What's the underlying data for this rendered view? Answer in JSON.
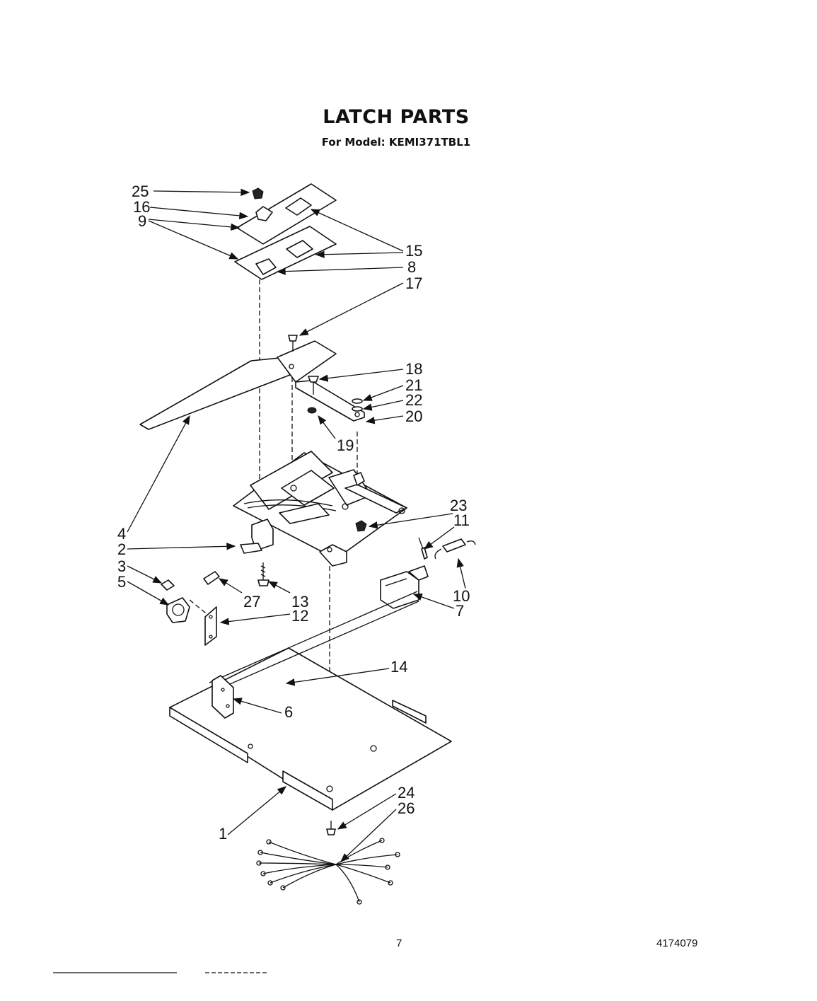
{
  "header": {
    "title": "LATCH PARTS",
    "subtitle": "For Model: KEMI371TBL1"
  },
  "footer": {
    "page_number": "7",
    "document_number": "4174079"
  },
  "callouts": [
    "25",
    "16",
    "9",
    "15",
    "8",
    "17",
    "18",
    "21",
    "22",
    "20",
    "19",
    "23",
    "11",
    "4",
    "2",
    "3",
    "5",
    "27",
    "13",
    "10",
    "12",
    "7",
    "14",
    "6",
    "24",
    "26",
    "1"
  ]
}
